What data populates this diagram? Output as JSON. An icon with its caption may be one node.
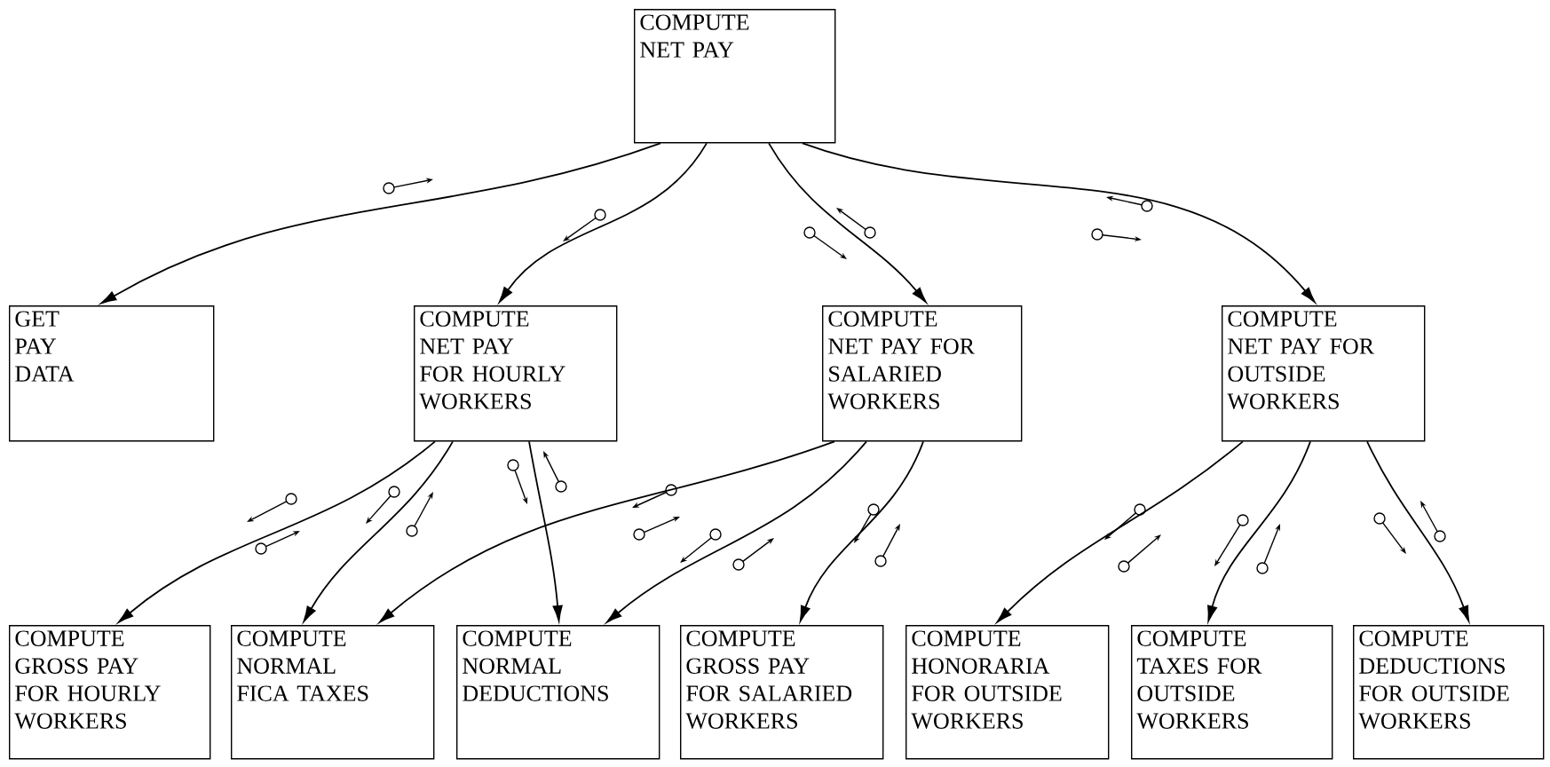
{
  "diagram": {
    "nodes": [
      {
        "text": [
          "COMPUTE NET PAY"
        ]
      },
      {
        "text": [
          "GET PAY DATA"
        ]
      },
      {
        "text": [
          "COMPUTE NET PAY FOR HOURLY WORKERS"
        ]
      },
      {
        "text": [
          "COMPUTE NET PAY FOR SALARIED WORKERS"
        ]
      },
      {
        "text": [
          "COMPUTE NET PAY FOR OUTSIDE WORKERS"
        ]
      },
      {
        "text": [
          "COMPUTE GROSS PAY FOR HOURLY WORKERS"
        ]
      },
      {
        "text": [
          "COMPUTE NORMAL FICA TAXES"
        ]
      },
      {
        "text": [
          "COMPUTE NORMAL DEDUCTIONS"
        ]
      },
      {
        "text": [
          "COMPUTE GROSS PAY FOR SALARIED WORKERS"
        ]
      },
      {
        "text": [
          "COMPUTE HONORARIA FOR OUTSIDE WORKERS"
        ]
      },
      {
        "text": [
          "COMPUTE TAXES FOR OUTSIDE WORKERS"
        ]
      },
      {
        "text": [
          "COMPUTE DEDUCTIONS FOR OUTSIDE WORKERS"
        ]
      }
    ],
    "edges": [
      {
        "from": 0,
        "to": 1,
        "arrow": "to"
      },
      {
        "from": 0,
        "to": 2,
        "arrow": "to"
      },
      {
        "from": 0,
        "to": 3,
        "arrow": "to"
      },
      {
        "from": 0,
        "to": 4,
        "arrow": "to"
      },
      {
        "from": 2,
        "to": 5,
        "arrow": "to"
      },
      {
        "from": 2,
        "to": 6,
        "arrow": "to"
      },
      {
        "from": 2,
        "to": 7,
        "arrow": "to"
      },
      {
        "from": 3,
        "to": 6,
        "arrow": "to"
      },
      {
        "from": 3,
        "to": 7,
        "arrow": "to"
      },
      {
        "from": 3,
        "to": 8,
        "arrow": "to"
      },
      {
        "from": 4,
        "to": 9,
        "arrow": "to"
      },
      {
        "from": 4,
        "to": 10,
        "arrow": "to"
      },
      {
        "from": 4,
        "to": 11,
        "arrow": "to"
      }
    ]
  }
}
